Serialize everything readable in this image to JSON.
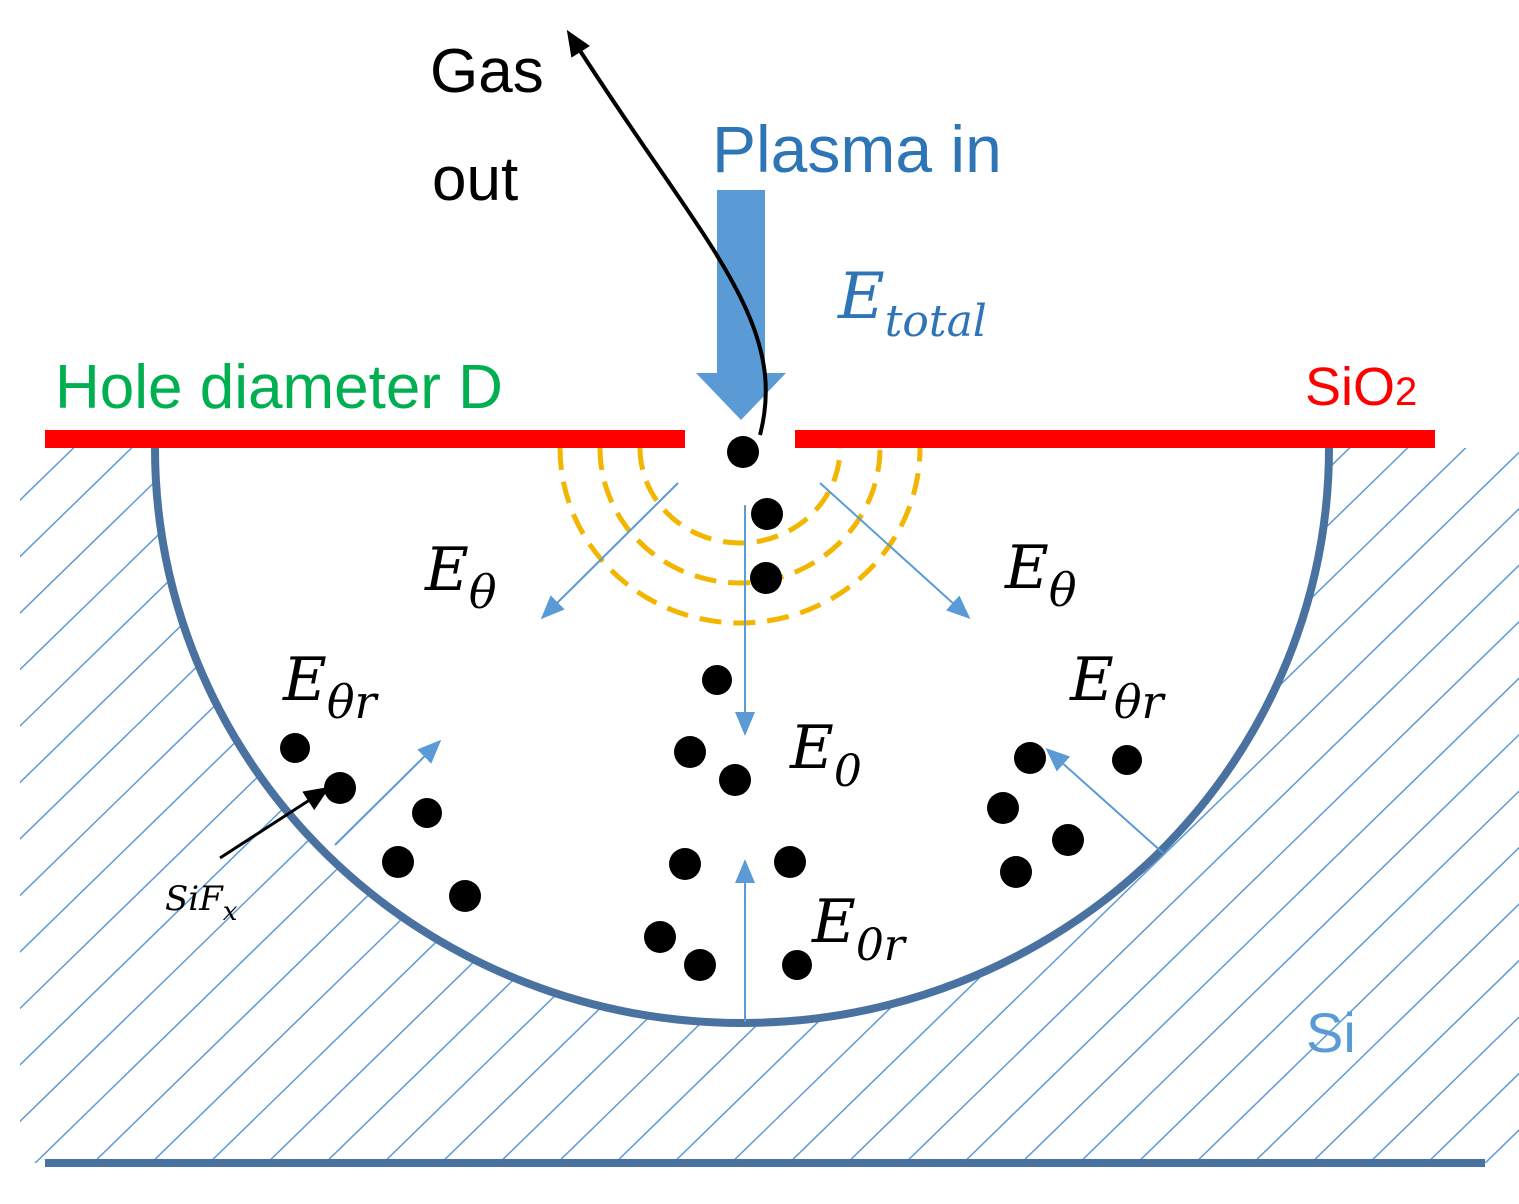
{
  "labels": {
    "gas_line1": "Gas",
    "gas_line2": "out",
    "plasma_in": "Plasma in",
    "e_total_main": "E",
    "e_total_sub": "total",
    "hole_diameter": "Hole diameter D",
    "sio2_main": "SiO",
    "sio2_sub": "2",
    "e_theta_main": "E",
    "e_theta_sub": "θ",
    "e_theta_r_main": "E",
    "e_theta_r_sub": "θr",
    "e0_main": "E",
    "e0_sub": "0",
    "e0r_main": "E",
    "e0r_sub": "0r",
    "sifx_main": "SiF",
    "sifx_sub": "x",
    "si": "Si"
  },
  "colors": {
    "mask": "#ff0000",
    "wall": "#4a72a0",
    "hatch": "#5b9bd5",
    "plasma": "#5b9bd5",
    "hole_label": "#00b050",
    "field_lines": "#f2b500",
    "dots": "#000000"
  }
}
